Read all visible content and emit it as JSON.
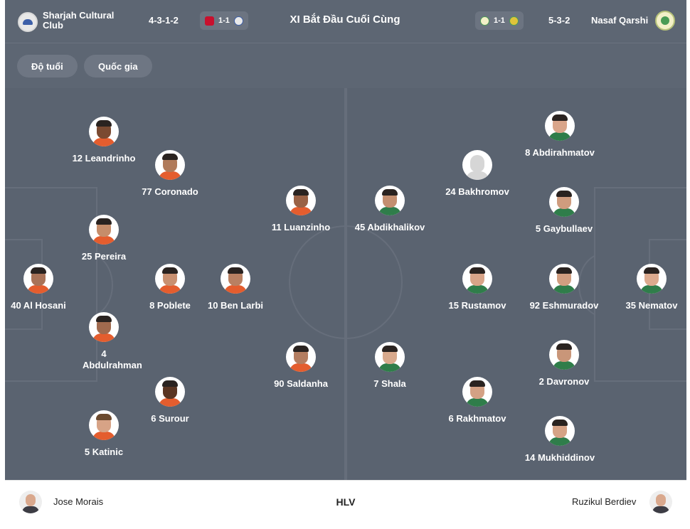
{
  "header": {
    "title": "XI Bắt Đầu Cuối Cùng",
    "home": {
      "name": "Sharjah Cultural Club",
      "formation": "4-3-1-2",
      "aggregate": "1-1"
    },
    "away": {
      "name": "Nasaf Qarshi",
      "formation": "5-3-2",
      "aggregate": "1-1"
    }
  },
  "filters": [
    "Độ tuổi",
    "Quốc gia"
  ],
  "home_players": [
    {
      "label": "12 Leandrinho"
    },
    {
      "label": "77 Coronado"
    },
    {
      "label": "11 Luanzinho"
    },
    {
      "label": "25 Pereira"
    },
    {
      "label": "40 Al Hosani"
    },
    {
      "label": "8 Poblete"
    },
    {
      "label": "10 Ben Larbi"
    },
    {
      "label": "4 Abdulrahman"
    },
    {
      "label": "90 Saldanha"
    },
    {
      "label": "6 Surour"
    },
    {
      "label": "5 Katinic"
    }
  ],
  "away_players": [
    {
      "label": "8 Abdirahmatov"
    },
    {
      "label": "24 Bakhromov"
    },
    {
      "label": "45 Abdikhalikov"
    },
    {
      "label": "5 Gaybullaev"
    },
    {
      "label": "15 Rustamov"
    },
    {
      "label": "92 Eshmuradov"
    },
    {
      "label": "35 Nematov"
    },
    {
      "label": "7 Shala"
    },
    {
      "label": "2 Davronov"
    },
    {
      "label": "6 Rakhmatov"
    },
    {
      "label": "14 Mukhiddinov"
    }
  ],
  "coaches": {
    "label": "HLV",
    "home": "Jose Morais",
    "away": "Ruzikul Berdiev"
  }
}
